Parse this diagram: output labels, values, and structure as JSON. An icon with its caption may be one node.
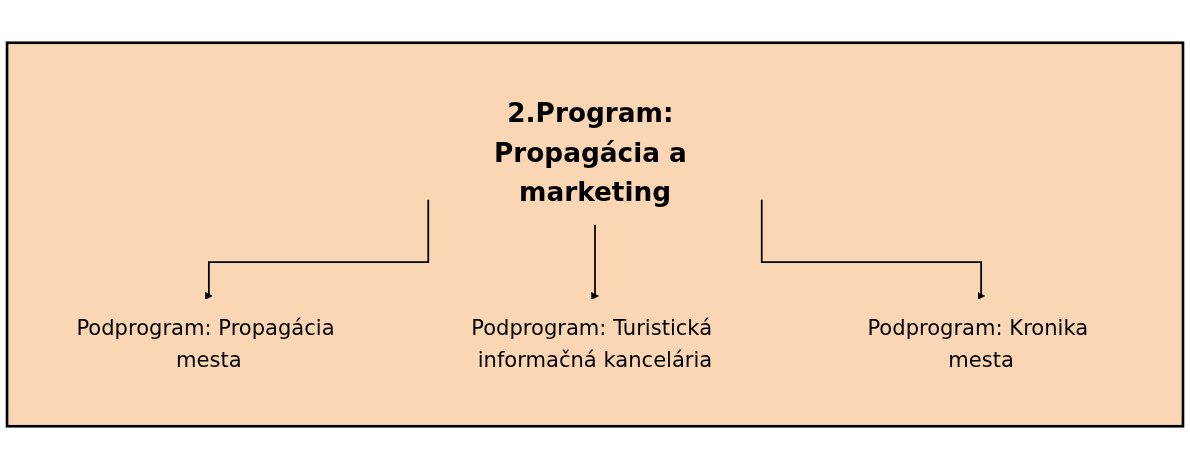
{
  "diagram": {
    "nodes": [
      {
        "text": [],
        "shape": "box"
      },
      {
        "text": [
          "2.Program: Propagácia a marketing"
        ],
        "in": 0
      },
      {
        "text": [
          "Podprogram: Propagácia mesta"
        ],
        "in": 0
      },
      {
        "text": [
          "Podprogram: Turistická informačná kancelária"
        ],
        "in": 0
      },
      {
        "text": [
          "Podprogram: Kronika mesta"
        ],
        "in": 0
      }
    ],
    "edges": [
      {
        "from": 1,
        "to": 2,
        "arrow": "to"
      },
      {
        "from": 1,
        "to": 3,
        "arrow": "to"
      },
      {
        "from": 1,
        "to": 4,
        "arrow": "to"
      }
    ]
  }
}
